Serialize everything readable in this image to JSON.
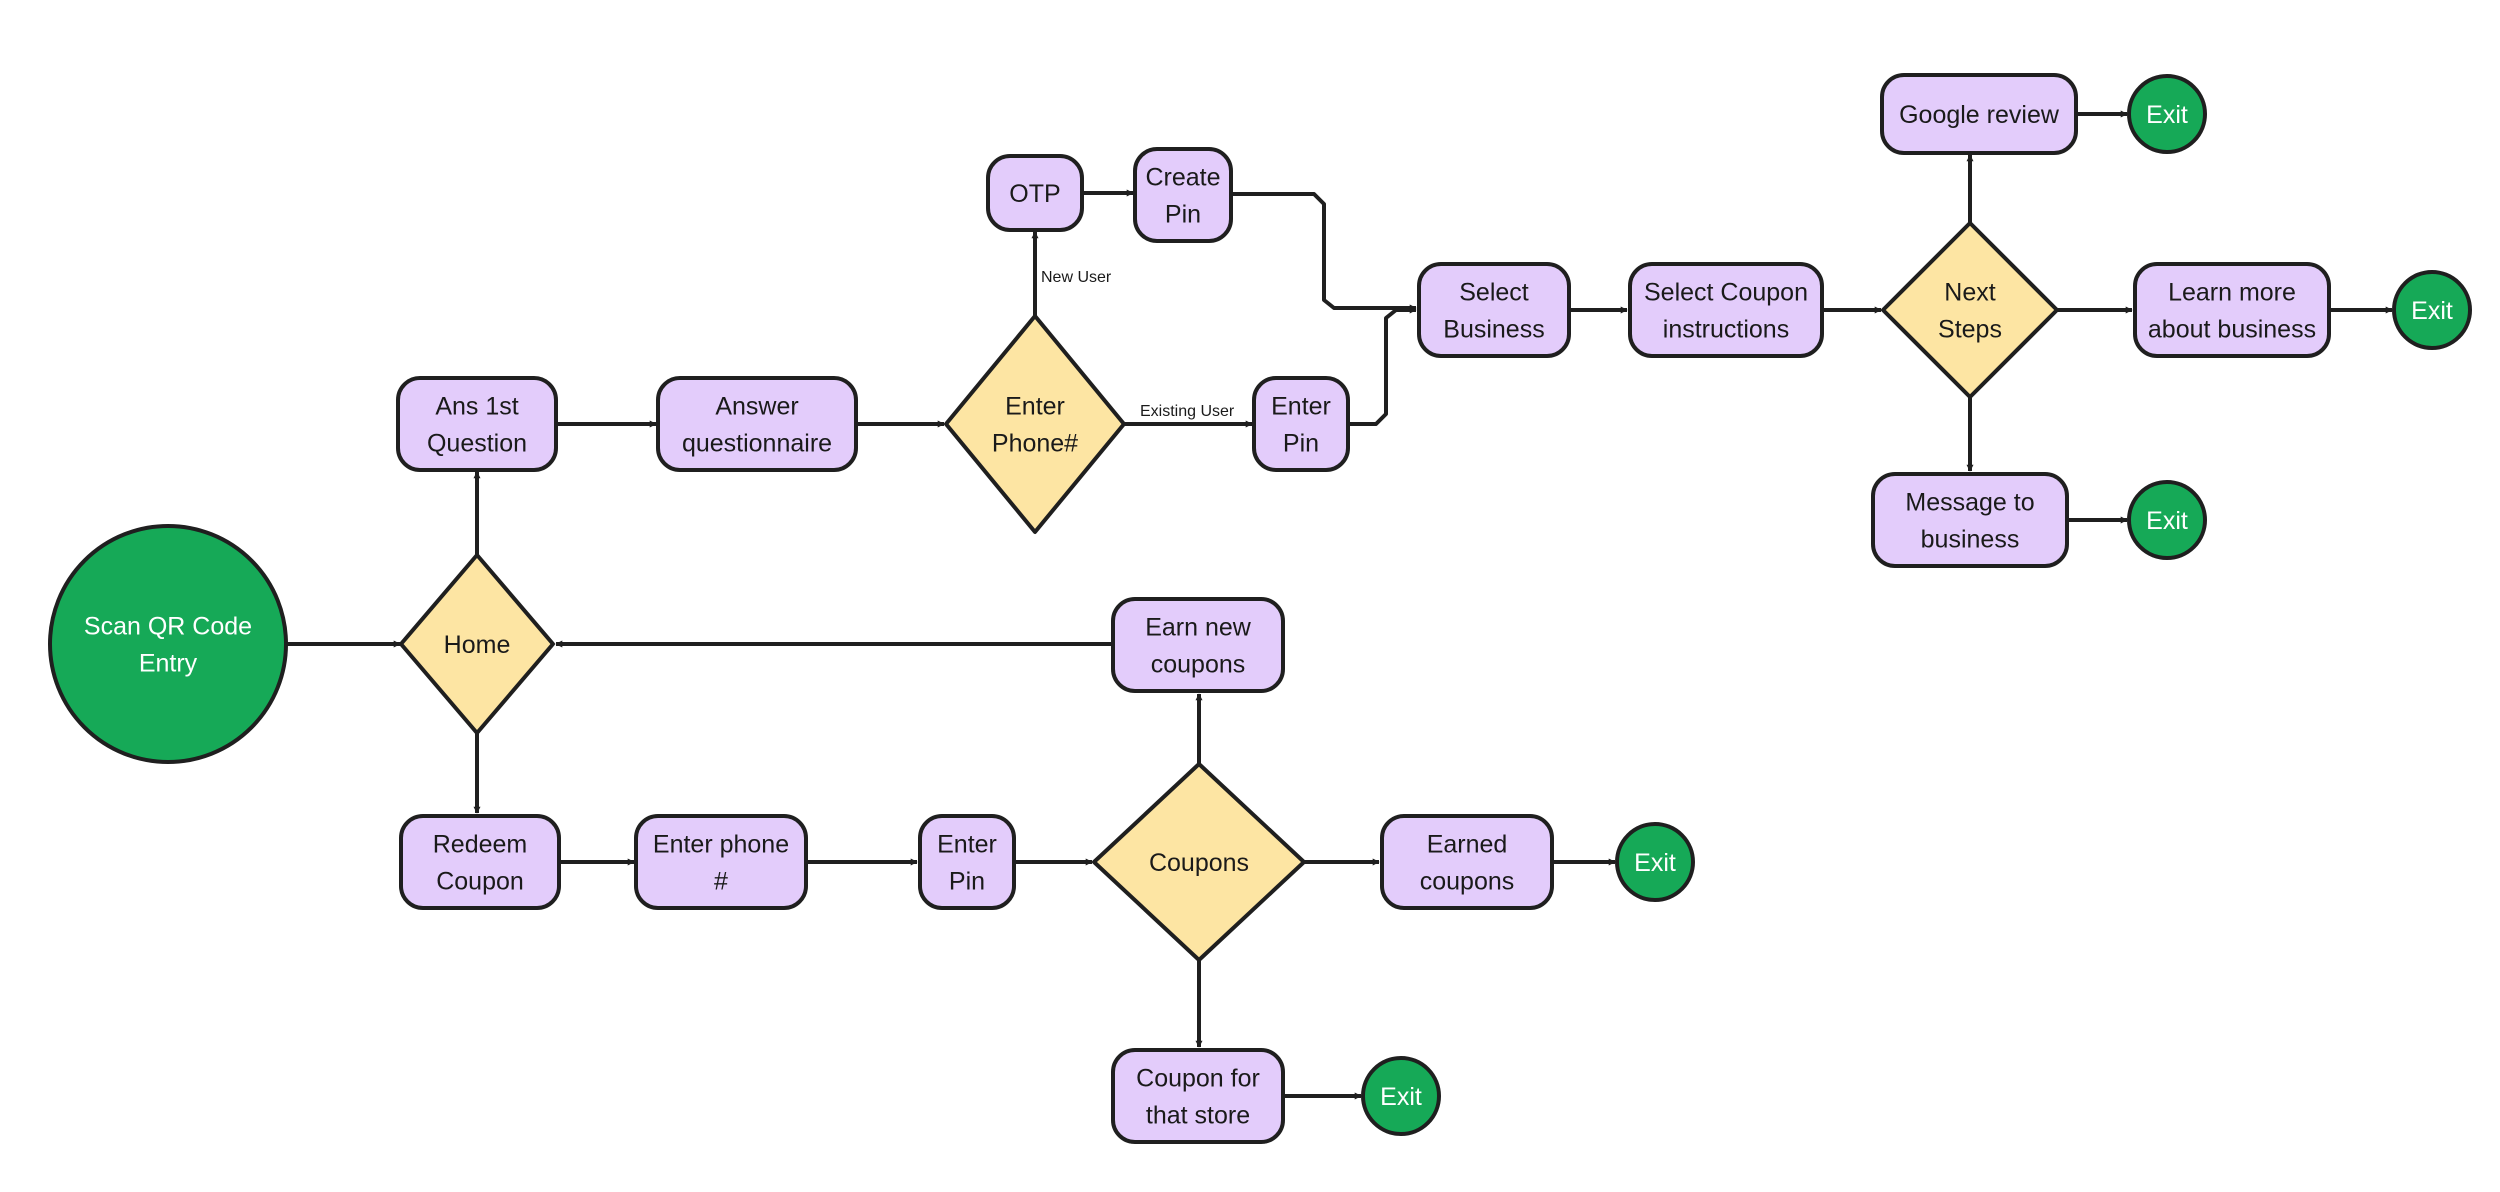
{
  "colors": {
    "process_fill": "#e3ccfb",
    "decision_fill": "#fde5a3",
    "terminal_fill": "#16a957",
    "stroke": "#1f1f1f"
  },
  "nodes": {
    "scan_qr": {
      "lines": [
        "Scan QR Code",
        "Entry"
      ]
    },
    "home": {
      "lines": [
        "Home"
      ]
    },
    "ans_1st": {
      "lines": [
        "Ans 1st",
        "Question"
      ]
    },
    "answer_q": {
      "lines": [
        "Answer",
        "questionnaire"
      ]
    },
    "enter_phone_dec": {
      "lines": [
        "Enter",
        "Phone#"
      ]
    },
    "otp": {
      "lines": [
        "OTP"
      ]
    },
    "create_pin": {
      "lines": [
        "Create",
        "Pin"
      ]
    },
    "enter_pin_top": {
      "lines": [
        "Enter",
        "Pin"
      ]
    },
    "select_business": {
      "lines": [
        "Select",
        "Business"
      ]
    },
    "select_coupon": {
      "lines": [
        "Select Coupon",
        "instructions"
      ]
    },
    "next_steps": {
      "lines": [
        "Next",
        "Steps"
      ]
    },
    "google_review": {
      "lines": [
        "Google review"
      ]
    },
    "exit_google": {
      "lines": [
        "Exit"
      ]
    },
    "learn_more": {
      "lines": [
        "Learn more",
        "about business"
      ]
    },
    "exit_learn": {
      "lines": [
        "Exit"
      ]
    },
    "message_business": {
      "lines": [
        "Message to",
        "business"
      ]
    },
    "exit_message": {
      "lines": [
        "Exit"
      ]
    },
    "redeem_coupon": {
      "lines": [
        "Redeem",
        "Coupon"
      ]
    },
    "enter_phone_rect": {
      "lines": [
        "Enter phone",
        "#"
      ]
    },
    "enter_pin_bottom": {
      "lines": [
        "Enter",
        "Pin"
      ]
    },
    "coupons": {
      "lines": [
        "Coupons"
      ]
    },
    "earn_new": {
      "lines": [
        "Earn new",
        "coupons"
      ]
    },
    "earned_coupons": {
      "lines": [
        "Earned",
        "coupons"
      ]
    },
    "exit_earned": {
      "lines": [
        "Exit"
      ]
    },
    "coupon_store": {
      "lines": [
        "Coupon for",
        "that store"
      ]
    },
    "exit_store": {
      "lines": [
        "Exit"
      ]
    }
  },
  "edge_labels": {
    "new_user": "New User",
    "existing_user": "Existing User"
  }
}
